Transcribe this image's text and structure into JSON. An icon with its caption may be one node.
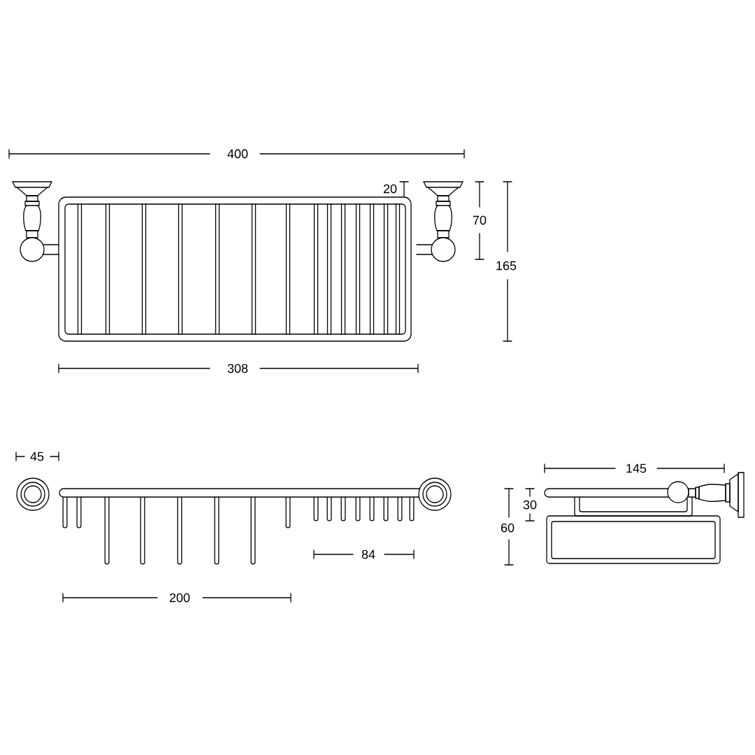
{
  "diagram": {
    "labels": [
      "400",
      "20",
      "70",
      "165",
      "308",
      "45",
      "145",
      "30",
      "60",
      "84",
      "200"
    ]
  }
}
